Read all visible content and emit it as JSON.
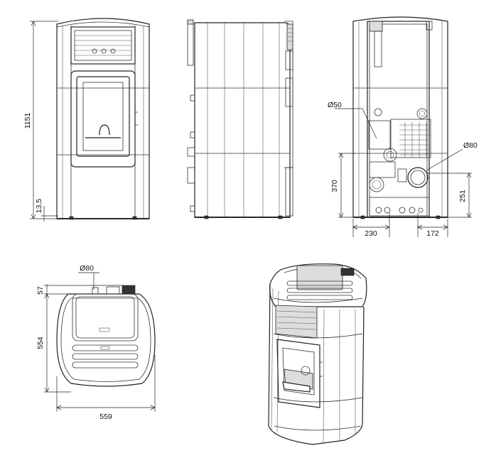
{
  "dimensions": {
    "height_total": "1151",
    "height_base": "13,5",
    "flue_diameter": "Ø50",
    "outlet_diameter": "Ø80",
    "height_inlet": "370",
    "height_outlet": "251",
    "offset_inlet": "230",
    "offset_outlet": "172",
    "top_outlet_diameter": "Ø80",
    "depth_top": "57",
    "depth": "554",
    "width": "559"
  }
}
